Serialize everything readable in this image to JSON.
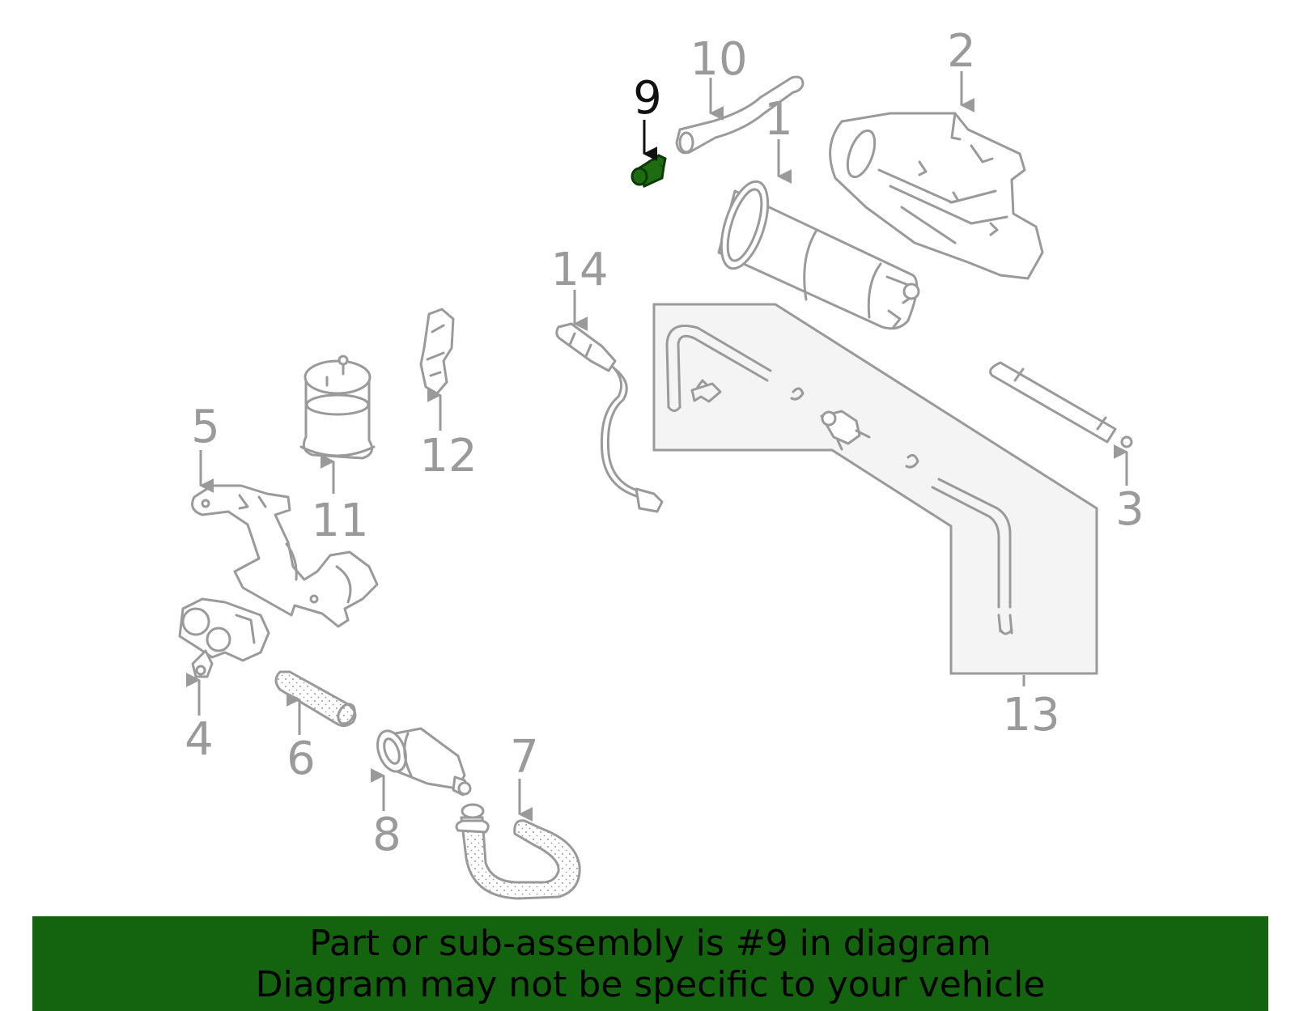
{
  "highlight": {
    "part_number": "9",
    "color": "#1e6b12"
  },
  "callouts": {
    "c1": "1",
    "c2": "2",
    "c3": "3",
    "c4": "4",
    "c5": "5",
    "c6": "6",
    "c7": "7",
    "c8": "8",
    "c9": "9",
    "c10": "10",
    "c11": "11",
    "c12": "12",
    "c13": "13",
    "c14": "14"
  },
  "banner": {
    "line1": "Part or sub-assembly is #9 in diagram",
    "line2": "Diagram may not be specific to your vehicle",
    "background": "#13630f"
  },
  "colors": {
    "line": "#9a9a9a",
    "highlight_label": "#111111",
    "kit_fill": "#f4f4f4"
  }
}
